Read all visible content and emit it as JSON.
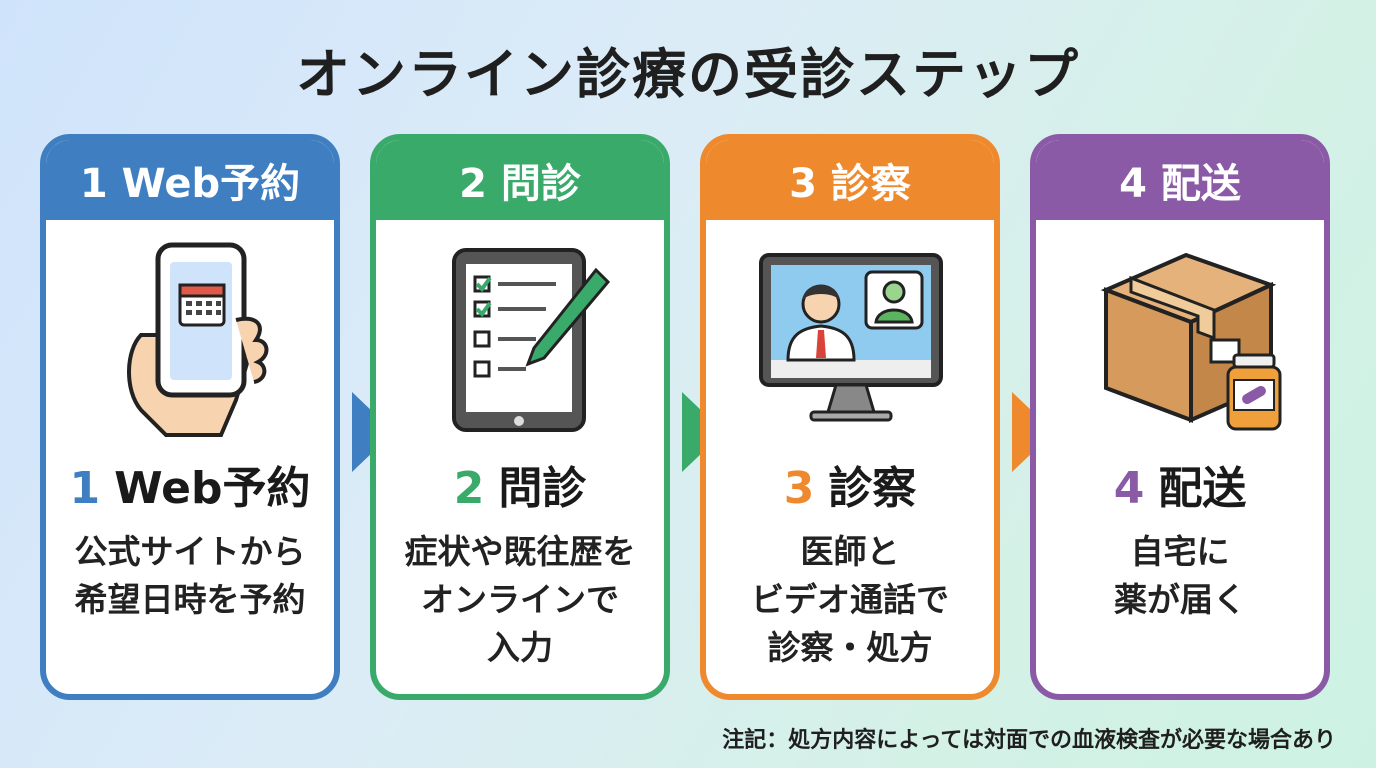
{
  "title": "オンライン診療の受診ステップ",
  "steps": [
    {
      "number": "1",
      "header": "1 Web予約",
      "name": "Web予約",
      "lines": [
        "公式サイトから",
        "希望日時を予約"
      ],
      "color": "#3f7fc1"
    },
    {
      "number": "2",
      "header": "2 問診",
      "name": "問診",
      "lines": [
        "症状や既往歴を",
        "オンラインで",
        "入力"
      ],
      "color": "#3aaa6b"
    },
    {
      "number": "3",
      "header": "3 診察",
      "name": "診察",
      "lines": [
        "医師と",
        "ビデオ通話で",
        "診察・処方"
      ],
      "color": "#ee8a2d"
    },
    {
      "number": "4",
      "header": "4 配送",
      "name": "配送",
      "lines": [
        "自宅に",
        "薬が届く"
      ],
      "color": "#8a5aa6"
    }
  ],
  "icons": [
    "smartphone-calendar-icon",
    "tablet-checklist-icon",
    "monitor-doctor-icon",
    "package-medicine-icon"
  ],
  "footnote": "注記：処方内容によっては対面での血液検査が必要な場合あり"
}
